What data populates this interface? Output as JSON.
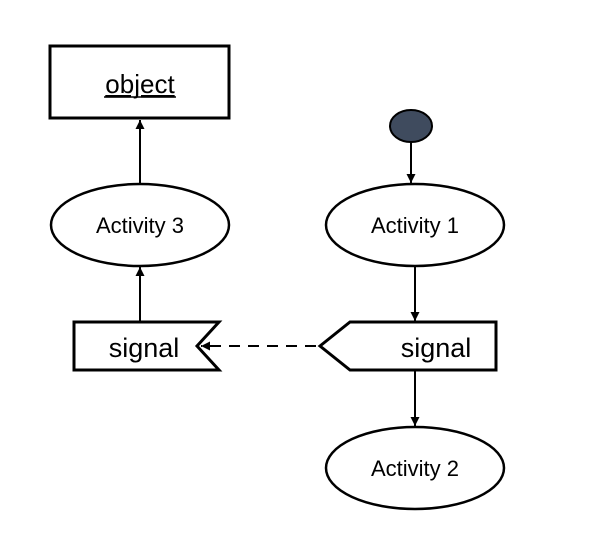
{
  "diagram": {
    "colors": {
      "stroke": "#000000",
      "fill": "#ffffff",
      "initial_node": "#3f4b5e"
    },
    "object": {
      "label": "object"
    },
    "activities": [
      {
        "label": "Activity 1"
      },
      {
        "label": "Activity 2"
      },
      {
        "label": "Activity 3"
      }
    ],
    "send_signal": {
      "label": "signal"
    },
    "accept_signal": {
      "label": "signal"
    }
  }
}
